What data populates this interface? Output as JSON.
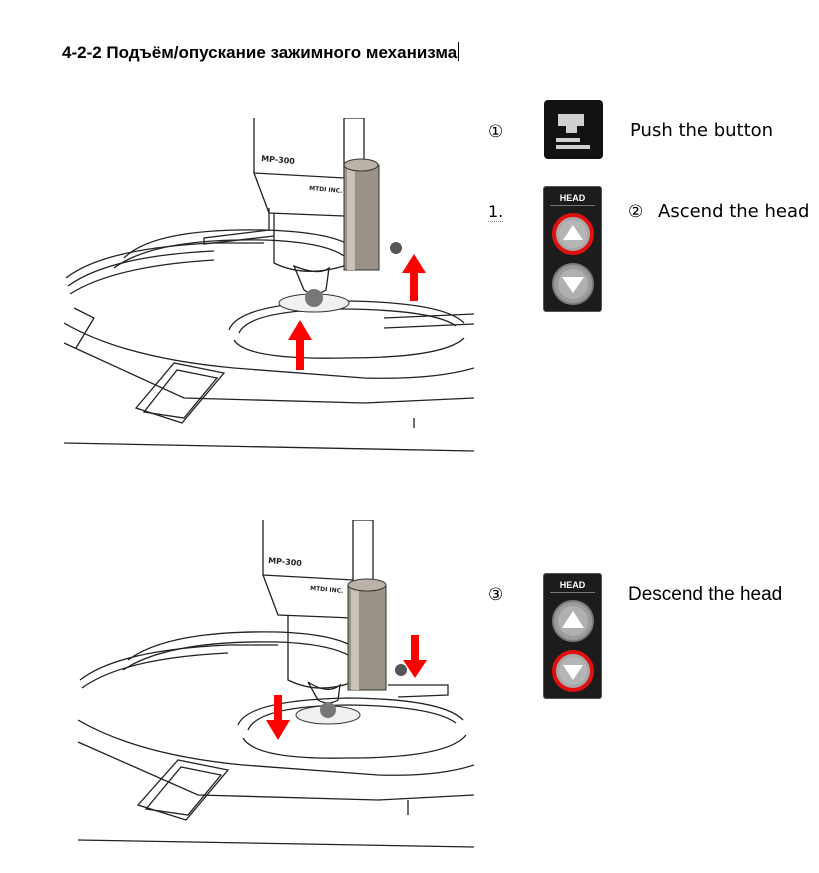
{
  "heading": {
    "text": "4-2-2   Подъём/опускание зажимного механизма"
  },
  "steps": {
    "step1": {
      "marker": "①",
      "text": "Push the button",
      "icon": "head-lift-icon"
    },
    "step2": {
      "list_marker": "1.",
      "marker": "②",
      "text": "Ascend the head",
      "panel_label": "HEAD",
      "active": "up"
    },
    "step3": {
      "marker": "③",
      "text": "Descend the head",
      "panel_label": "HEAD",
      "active": "down"
    }
  },
  "illustrations": {
    "machine_ascend": {
      "model_label": "MP-300",
      "brand_label": "MTDI INC.",
      "arrow_direction": "up"
    },
    "machine_descend": {
      "model_label": "MP-300",
      "brand_label": "MTDI INC.",
      "arrow_direction": "down"
    }
  },
  "colors": {
    "highlight_ring": "#e01010",
    "arrow": "#ff0000",
    "panel_bg": "#1c1c1c"
  }
}
